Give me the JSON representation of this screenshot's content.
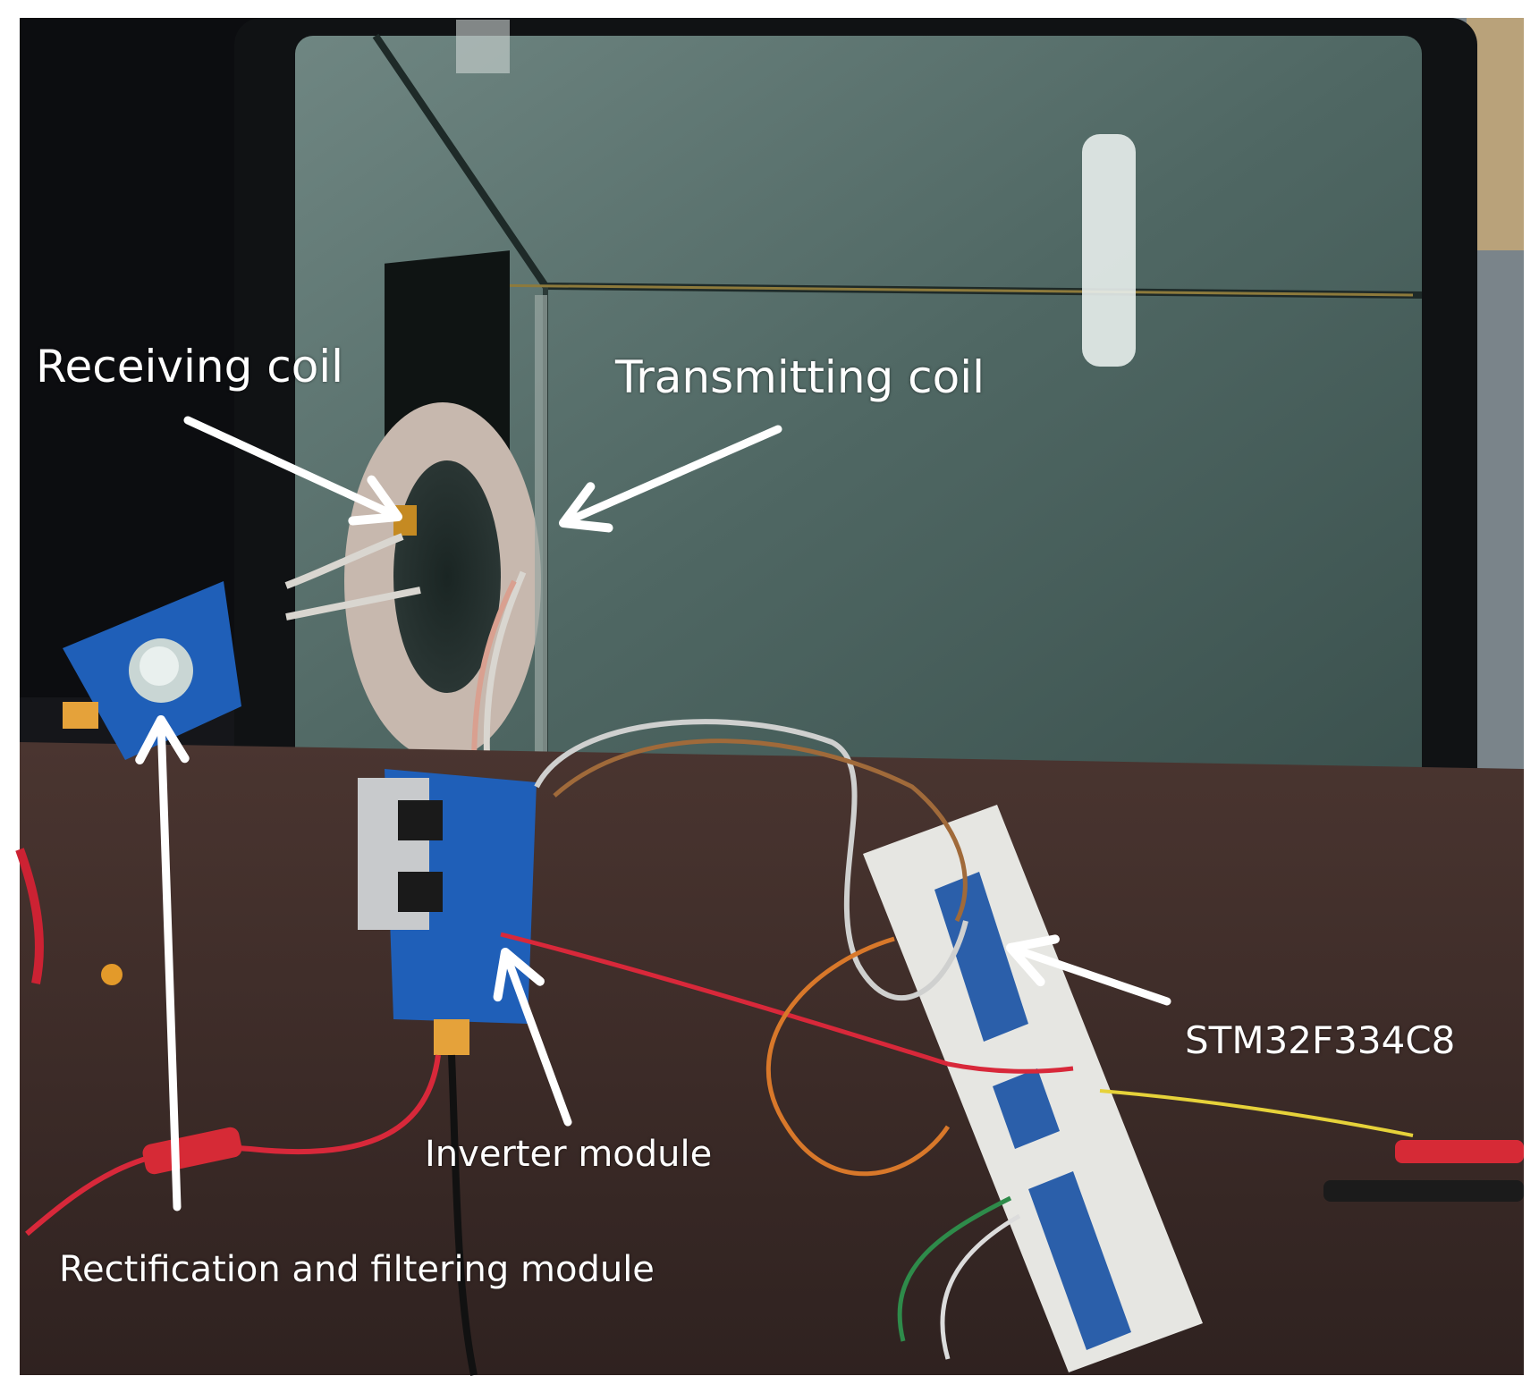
{
  "labels": {
    "receiving_coil": "Receiving coil",
    "transmitting_coil": "Transmitting coil",
    "mcu": "STM32F334C8",
    "inverter": "Inverter module",
    "rectifier": "Rectification and filtering module"
  },
  "colors": {
    "annotation_text": "#ffffff",
    "annotation_arrow": "#ffffff",
    "pcb_blue": "#1f5fb8",
    "table_brown": "#3a2a26",
    "wire_red": "#d8283a"
  }
}
